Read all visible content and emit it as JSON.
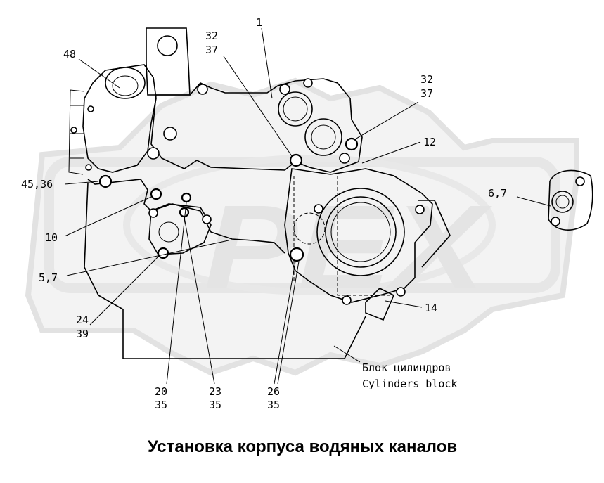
{
  "watermark": {
    "text": "PEX"
  },
  "labels": {
    "l1": "1",
    "l32_37_top_a": "32",
    "l32_37_top_b": "37",
    "l32_37_right_a": "32",
    "l32_37_right_b": "37",
    "l48": "48",
    "l12": "12",
    "l45_36": "45,36",
    "l6_7": "6,7",
    "l10": "10",
    "l5_7": "5,7",
    "l14": "14",
    "l24_39_a": "24",
    "l24_39_b": "39",
    "l20_35_a": "20",
    "l20_35_b": "35",
    "l23_35_a": "23",
    "l23_35_b": "35",
    "l26_35_a": "26",
    "l26_35_b": "35"
  },
  "block_label": {
    "ru": "Блок цилиндров",
    "en": "Cylinders block"
  },
  "caption": "Установка корпуса водяных каналов"
}
